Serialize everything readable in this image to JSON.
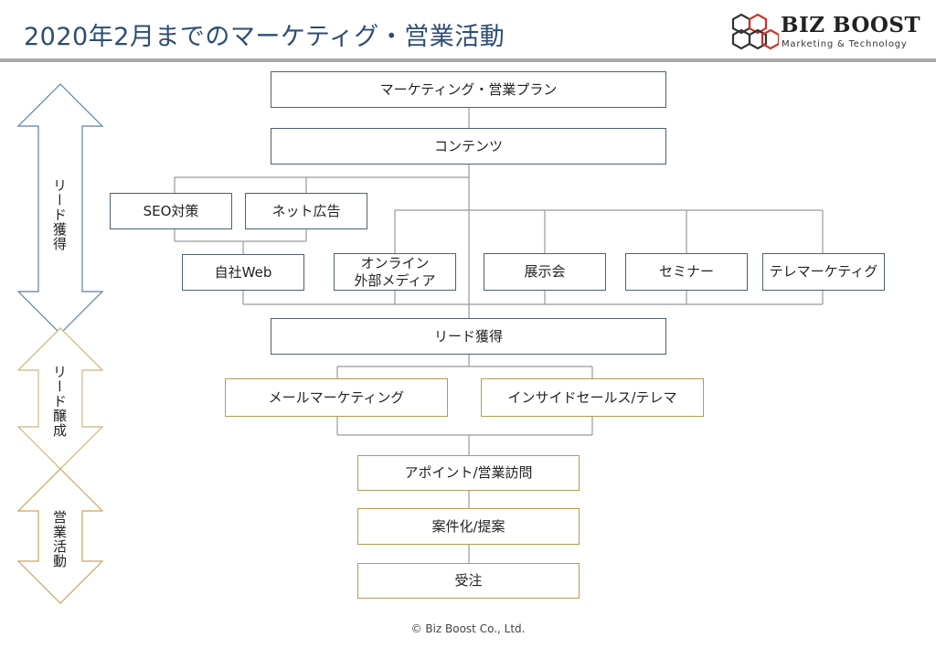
{
  "header": {
    "title": "2020年2月までのマーケティグ・営業活動",
    "logo_name": "BIZ BOOST",
    "logo_sub": "Marketing & Technology"
  },
  "phases": [
    {
      "label": "リード獲得",
      "color": "#5e7fa8"
    },
    {
      "label": "リード醸成",
      "color": "#c9b77a"
    },
    {
      "label": "営業活動",
      "color": "#c9a45e"
    }
  ],
  "flow": {
    "plan": "マーケティング・営業プラン",
    "contents": "コンテンツ",
    "seo": "SEO対策",
    "ads": "ネット広告",
    "own_web": "自社Web",
    "online_media_line1": "オンライン",
    "online_media_line2": "外部メディア",
    "exhibition": "展示会",
    "seminar": "セミナー",
    "telemarketing": "テレマーケティグ",
    "lead_acquisition": "リード獲得",
    "mail_marketing": "メールマーケティング",
    "inside_sales": "インサイドセールス/テレマ",
    "appointment": "アポイント/営業訪問",
    "proposal": "案件化/提案",
    "order": "受注"
  },
  "colors": {
    "title": "#2e4d73",
    "box_border_blue": "#4a6270",
    "box_border_gold": "#b59a55",
    "connector": "#999999",
    "logo_red": "#c0392b",
    "logo_dark": "#333333"
  },
  "footer": {
    "copyright": "© Biz Boost Co., Ltd."
  }
}
